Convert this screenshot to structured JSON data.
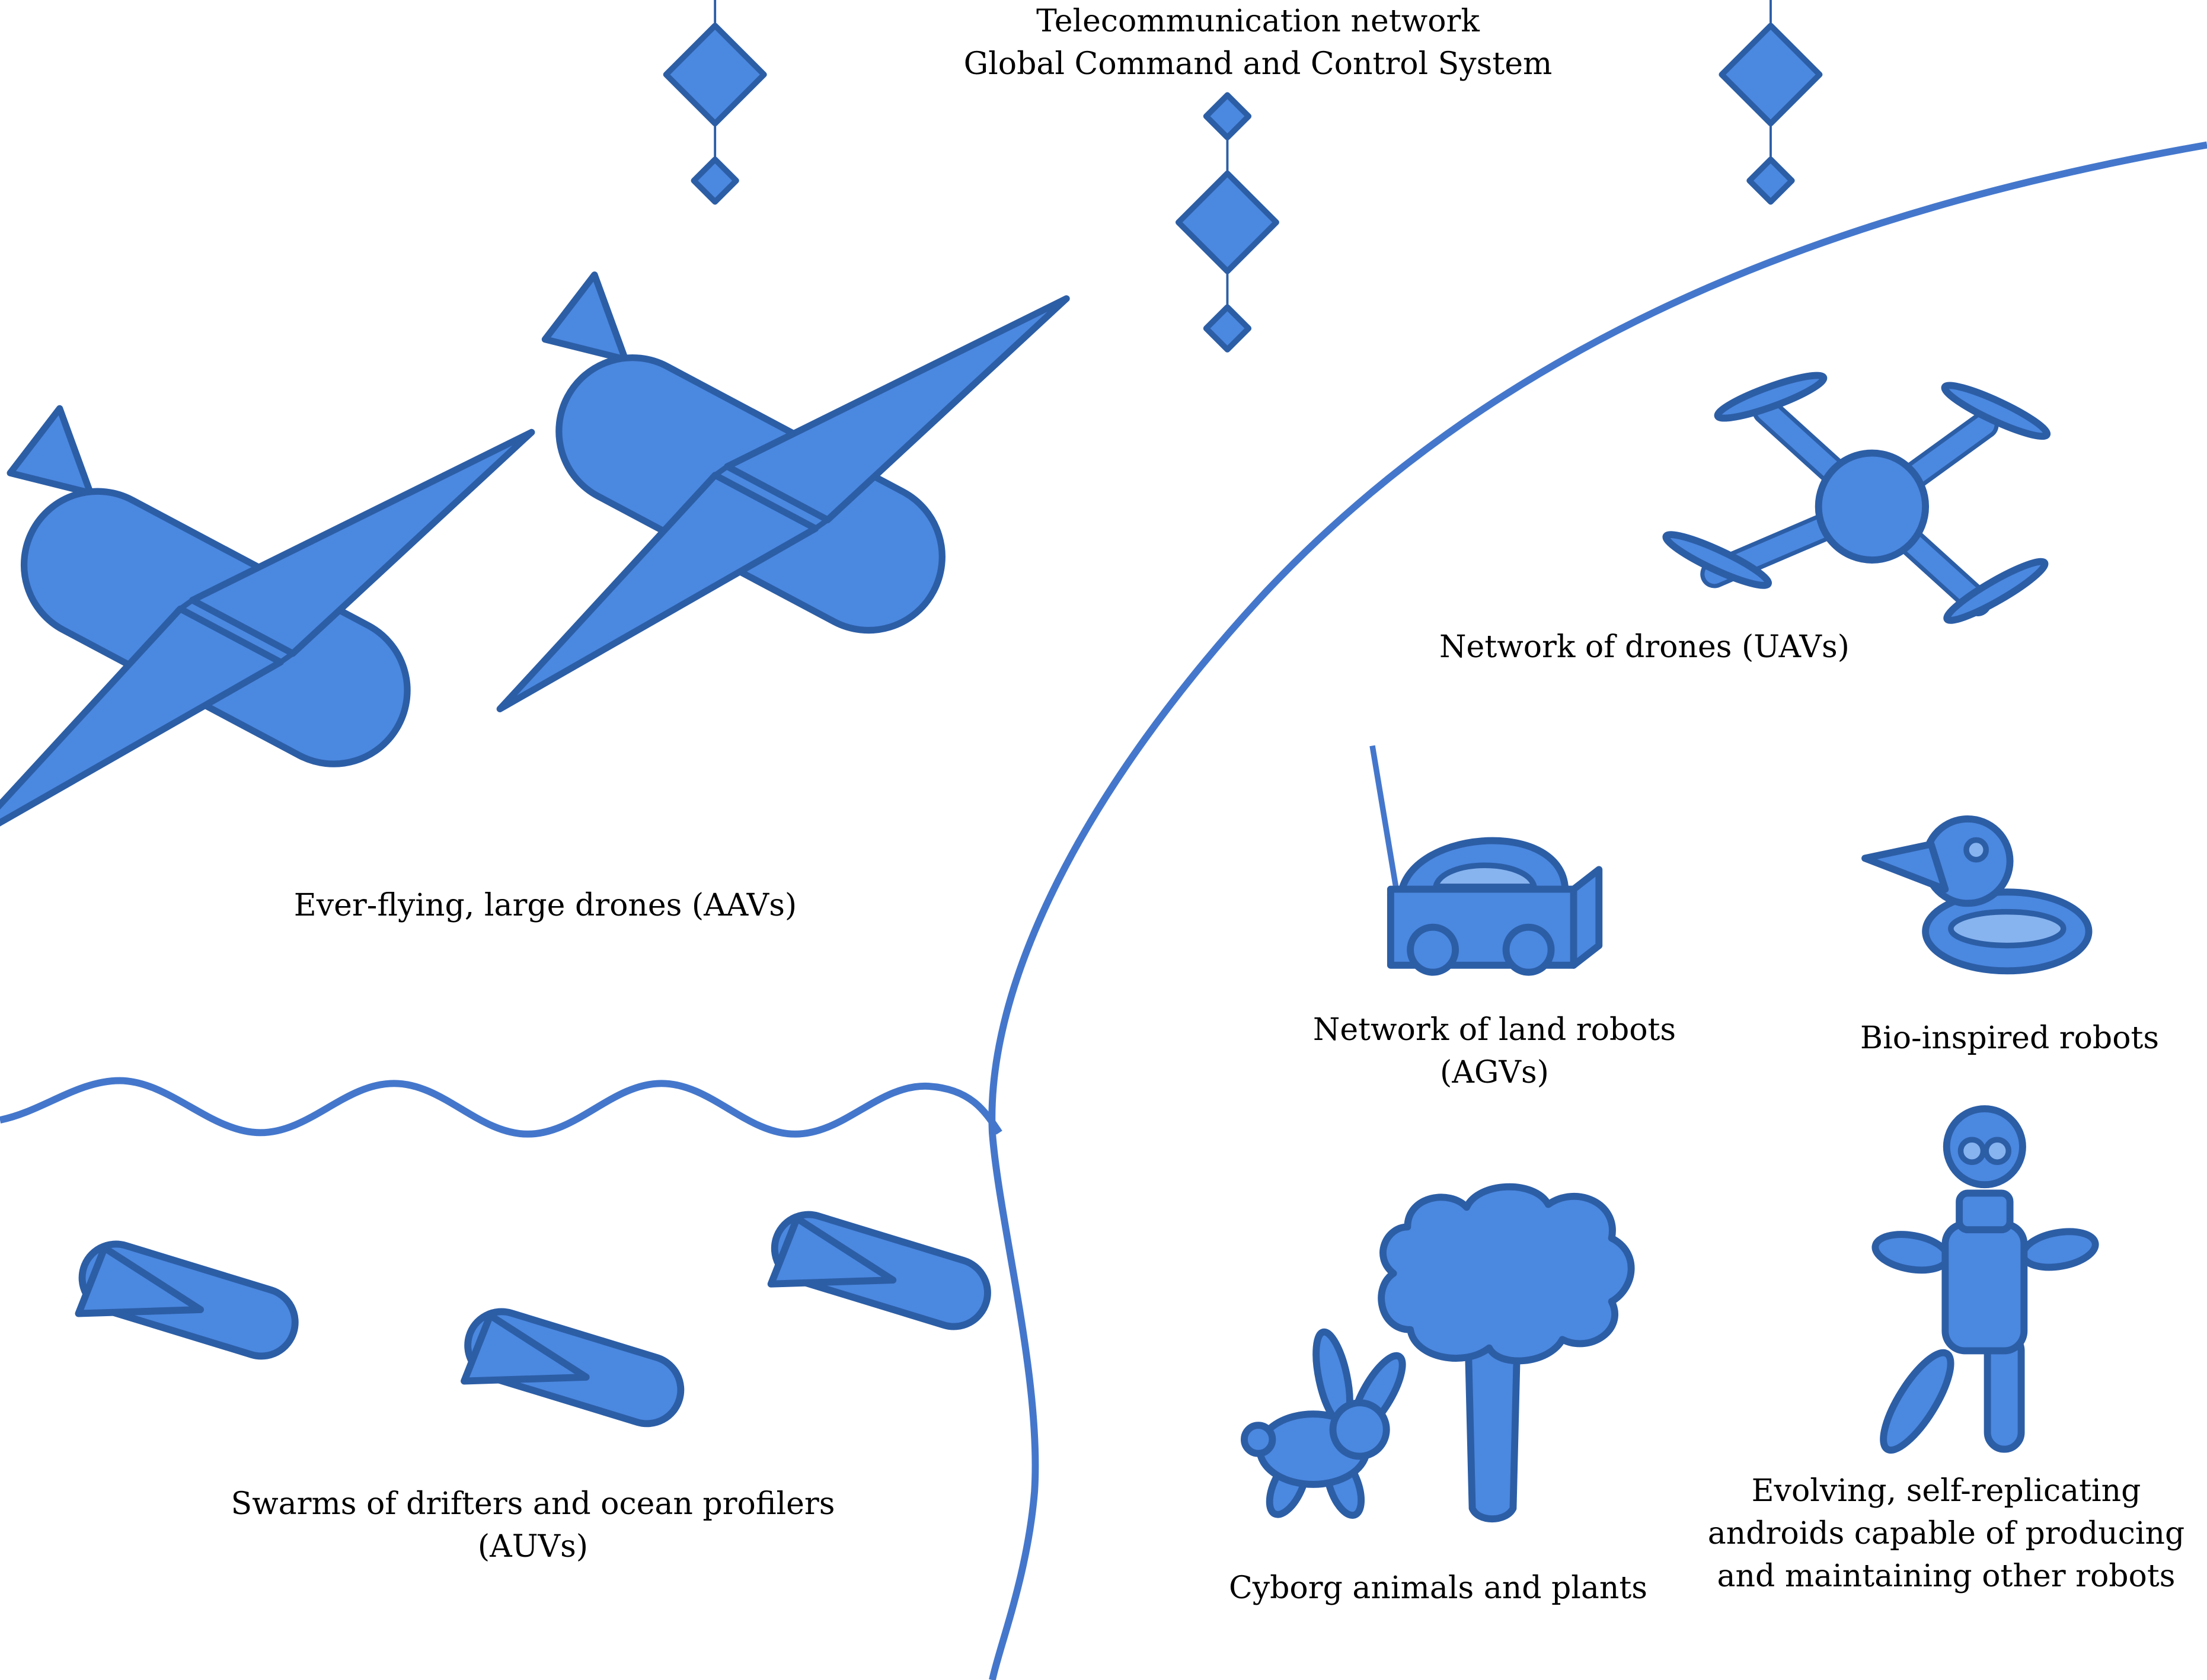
{
  "colors": {
    "shape_fill": "#4b88e0",
    "shape_stroke": "#2c5ea6",
    "line": "#4477cc",
    "text": "#000000"
  },
  "labels": {
    "network": [
      "Telecommunication network",
      "Global Command and Control System"
    ],
    "aavs": [
      "Ever-flying, large drones (AAVs)"
    ],
    "uavs": [
      "Network of drones (UAVs)"
    ],
    "agvs": [
      "Network of land robots",
      "(AGVs)"
    ],
    "bio": [
      "Bio-inspired robots"
    ],
    "auvs": [
      "Swarms of drifters and ocean profilers",
      "(AUVs)"
    ],
    "cyborg": [
      "Cyborg animals and plants"
    ],
    "androids": [
      "Evolving, self-replicating",
      "androids capable of producing",
      "and maintaining other robots"
    ]
  },
  "icons": [
    "satellite-icon",
    "fixed-wing-drone-icon",
    "quadcopter-icon",
    "land-robot-icon",
    "bird-robot-icon",
    "underwater-drifter-icon",
    "rabbit-icon",
    "tree-icon",
    "android-icon"
  ]
}
